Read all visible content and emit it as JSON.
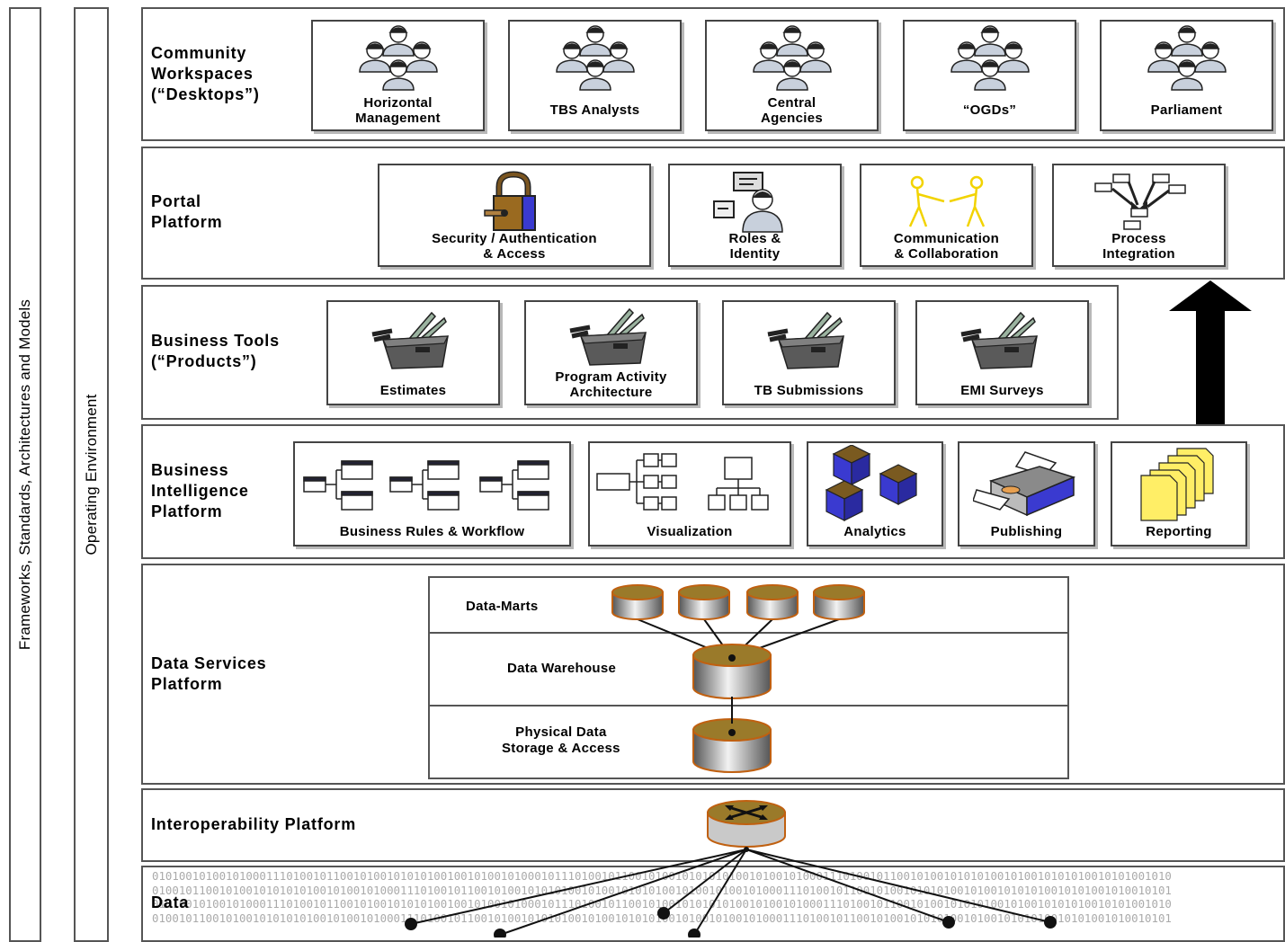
{
  "sidebars": {
    "frameworks": "Frameworks, Standards, Architectures and Models",
    "operating_env": "Operating Environment"
  },
  "layers": {
    "community": {
      "title": "Community\nWorkspaces\n(“Desktops”)",
      "items": [
        "Horizontal\nManagement",
        "TBS Analysts",
        "Central\nAgencies",
        "“OGDs”",
        "Parliament"
      ]
    },
    "portal": {
      "title": "Portal\nPlatform",
      "items": [
        "Security / Authentication\n& Access",
        "Roles &\nIdentity",
        "Communication\n& Collaboration",
        "Process\nIntegration"
      ]
    },
    "business_tools": {
      "title": "Business Tools\n(“Products”)",
      "items": [
        "Estimates",
        "Program Activity\nArchitecture",
        "TB Submissions",
        "EMI Surveys"
      ]
    },
    "bi": {
      "title": "Business\nIntelligence\nPlatform",
      "items": [
        "Business Rules & Workflow",
        "Visualization",
        "Analytics",
        "Publishing",
        "Reporting"
      ]
    },
    "data_services": {
      "title": "Data Services\nPlatform",
      "sublayers": [
        "Data-Marts",
        "Data Warehouse",
        "Physical Data\nStorage & Access"
      ]
    },
    "interop": {
      "title": "Interoperability Platform"
    },
    "data": {
      "title": "Data",
      "binary_rows": [
        "01010010100101000111010010110010100101010100100101001010001011101001011001010010101010100101001010001110100101100101001010101001010010101010010101001010",
        "01001011001010010101010100101001010001110100101100101001010101001010010101010010100101001010001110100101100101001010101001010010101010010101001010010101",
        "01010010100101000111010010110010100101010100100101001010001011101001011001010010101010100101001010001110100101100101001010101001010010101010010101001010",
        "01001011001010010101010100101001010001110100101100101001010101001010010101010010100101001010001110100101100101001010101001010010101010010101001010010101"
      ]
    }
  },
  "colors": {
    "cylinder_gold": "#9a7a2a",
    "cube_blue": "#3a3ad0",
    "collab_yellow": "#f2d300",
    "report_yellow": "#ffee66",
    "border": "#555555"
  }
}
